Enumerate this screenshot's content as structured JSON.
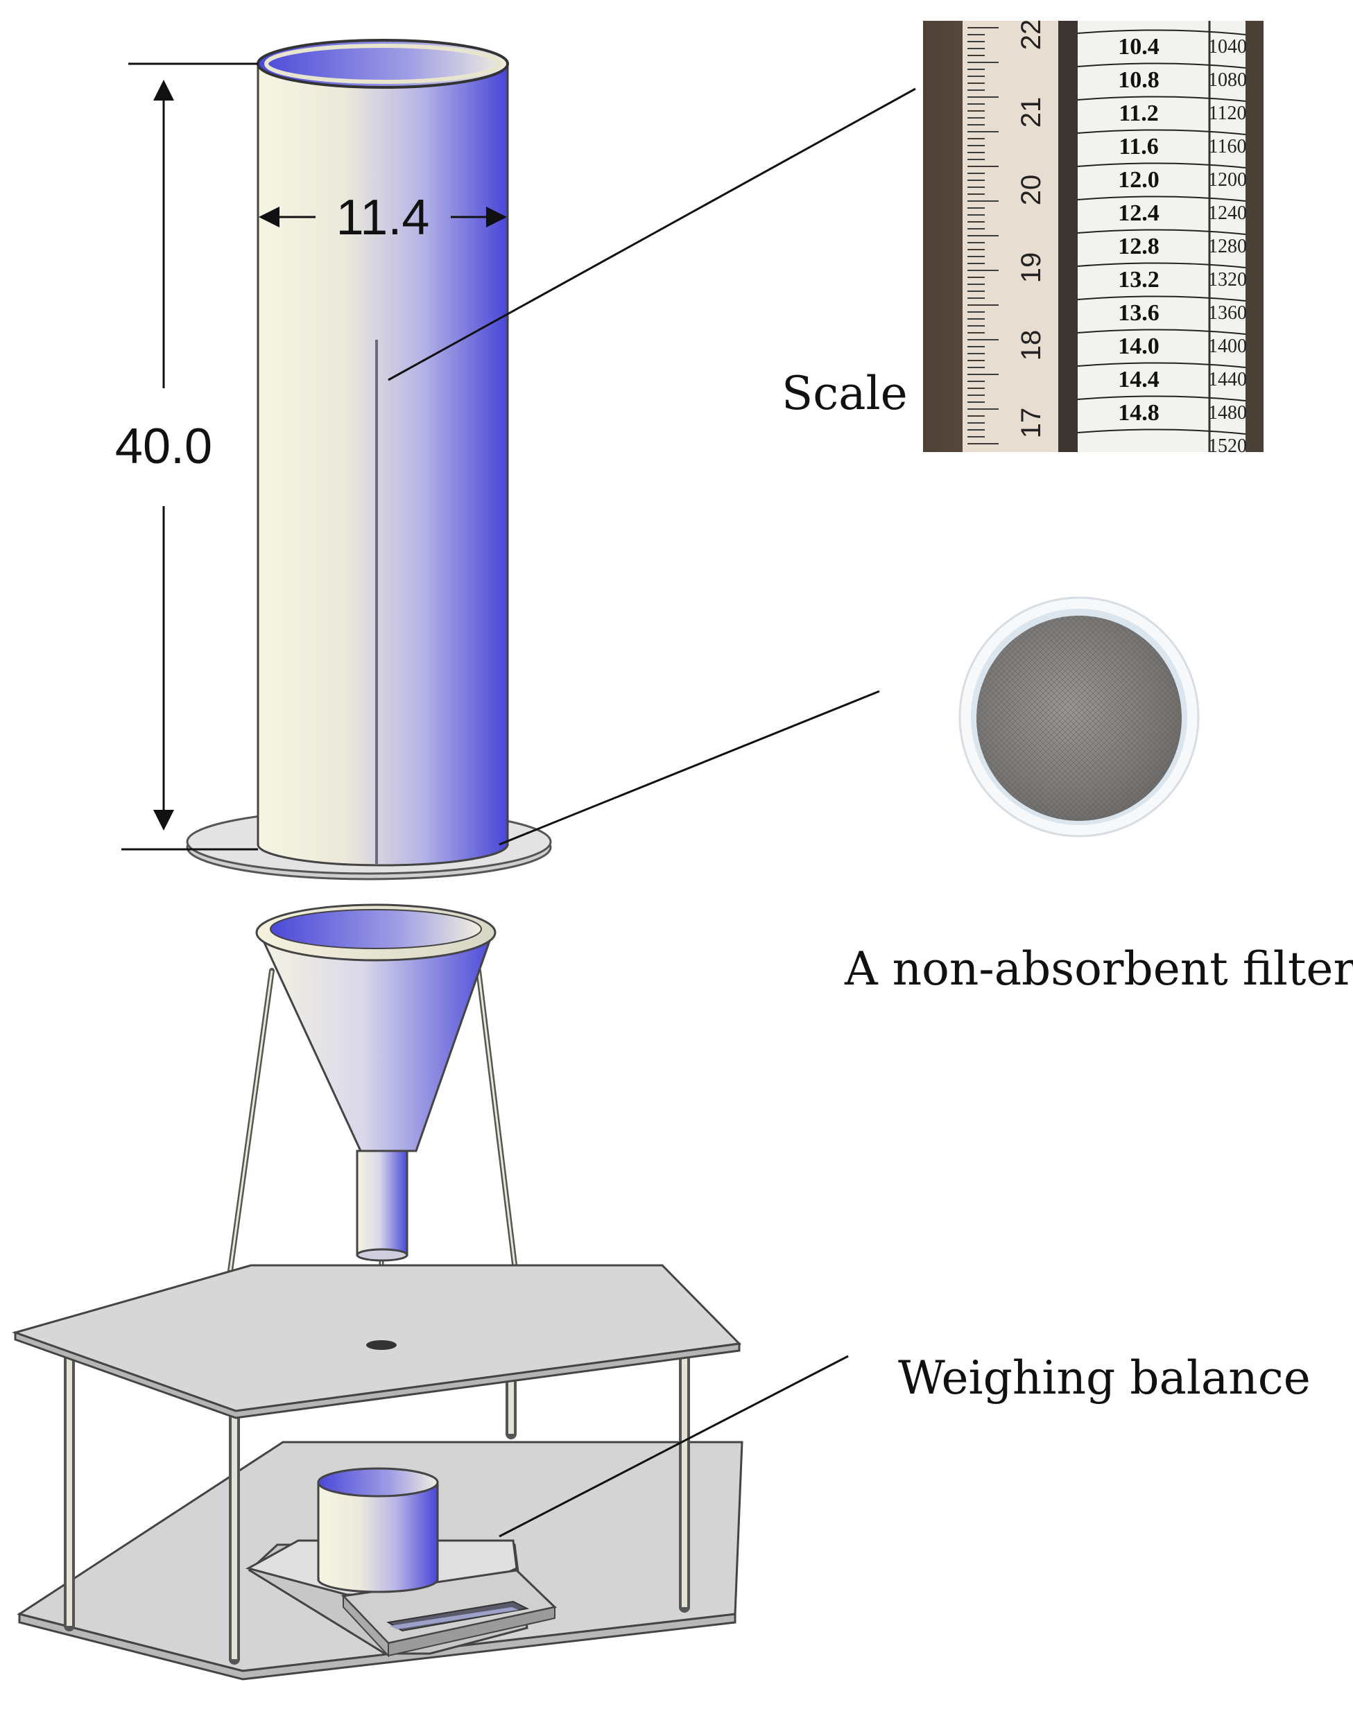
{
  "dimensions": {
    "height_label": "40.0",
    "diameter_label": "11.4"
  },
  "labels": {
    "scale": "Scale",
    "filter": "A non-absorbent filter",
    "balance": "Weighing balance"
  },
  "scale_photo": {
    "ruler_numbers": [
      "22",
      "21",
      "20",
      "19",
      "18",
      "17"
    ],
    "rows": [
      {
        "a": "10.4",
        "b": "1040"
      },
      {
        "a": "10.8",
        "b": "1080"
      },
      {
        "a": "11.2",
        "b": "1120"
      },
      {
        "a": "11.6",
        "b": "1160"
      },
      {
        "a": "12.0",
        "b": "1200"
      },
      {
        "a": "12.4",
        "b": "1240"
      },
      {
        "a": "12.8",
        "b": "1280"
      },
      {
        "a": "13.2",
        "b": "1320"
      },
      {
        "a": "13.6",
        "b": "1360"
      },
      {
        "a": "14.0",
        "b": "1400"
      },
      {
        "a": "14.4",
        "b": "1440"
      },
      {
        "a": "14.8",
        "b": "1480"
      },
      {
        "a": "",
        "b": "1520"
      }
    ]
  },
  "colors": {
    "cylinder_light": "#f4f1dc",
    "cylinder_dark": "#4a49d8",
    "plate": "#d4d4d4",
    "photo_wood": "#5a4c3e",
    "filter_mesh": "#8a8886"
  }
}
